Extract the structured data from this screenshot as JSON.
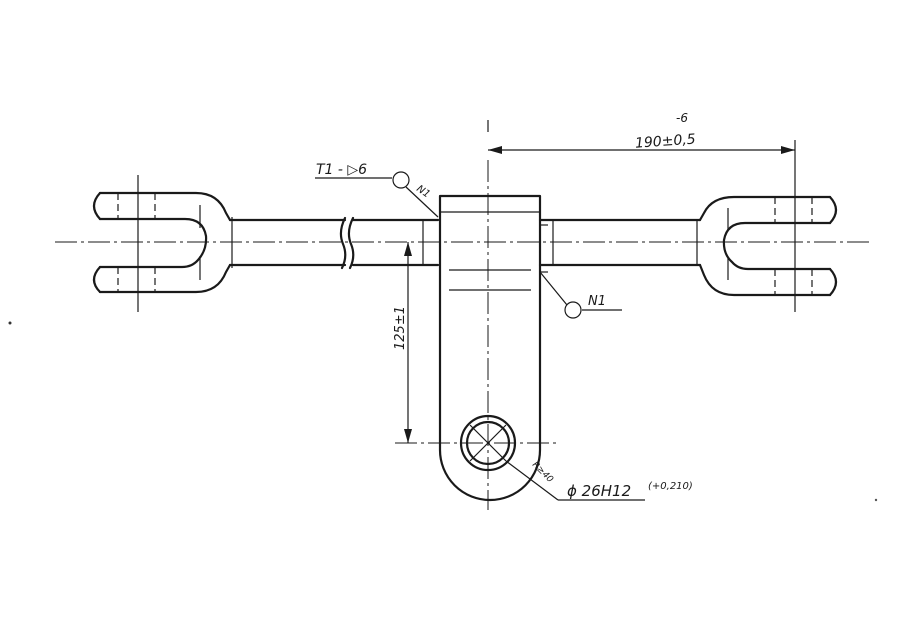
{
  "drawing": {
    "dim_190": "190±0,5",
    "dim_125": "125±1",
    "top_cut_mark": "-6",
    "weld_label": "T1 - ▷6",
    "weld_ref_top": "N1",
    "weld_ref_right": "N1",
    "radius_label": "R≥40",
    "hole_label": "ϕ 26H12",
    "hole_tolerance": "(+0,210)"
  }
}
